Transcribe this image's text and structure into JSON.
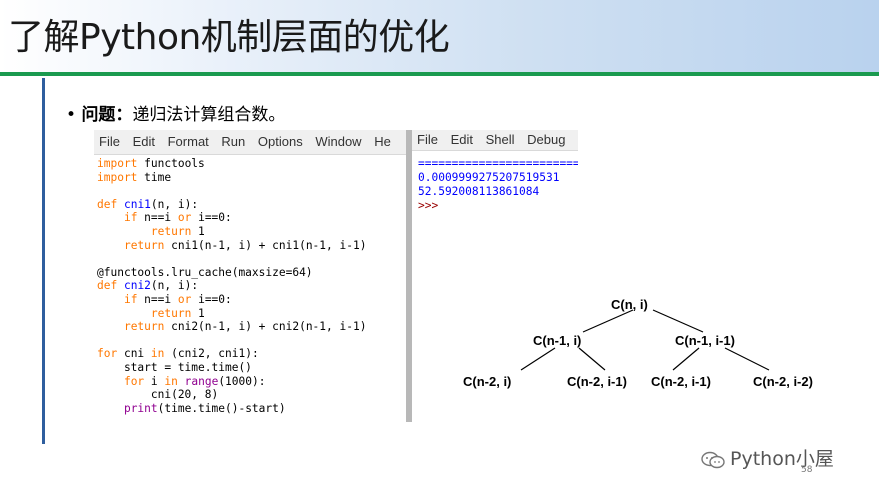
{
  "slide": {
    "title": "了解Python机制层面的优化",
    "bullet_label": "问题：",
    "bullet_text": "递归法计算组合数。",
    "page_number": "58",
    "watermark": "Python小屋"
  },
  "editor": {
    "menu": [
      "File",
      "Edit",
      "Format",
      "Run",
      "Options",
      "Window",
      "He"
    ],
    "code_lines": [
      "import functools",
      "import time",
      "",
      "def cni1(n, i):",
      "    if n==i or i==0:",
      "        return 1",
      "    return cni1(n-1, i) + cni1(n-1, i-1)",
      "",
      "@functools.lru_cache(maxsize=64)",
      "def cni2(n, i):",
      "    if n==i or i==0:",
      "        return 1",
      "    return cni2(n-1, i) + cni2(n-1, i-1)",
      "",
      "for cni in (cni2, cni1):",
      "    start = time.time()",
      "    for i in range(1000):",
      "        cni(20, 8)",
      "    print(time.time()-start)"
    ]
  },
  "shell": {
    "menu": [
      "File",
      "Edit",
      "Shell",
      "Debug"
    ],
    "separator": "========================",
    "output": [
      "0.0009999275207519531",
      "52.592008113861084"
    ],
    "prompt": ">>>"
  },
  "tree": {
    "root": "C(n, i)",
    "level1": [
      "C(n-1, i)",
      "C(n-1, i-1)"
    ],
    "level2": [
      "C(n-2, i)",
      "C(n-2, i-1)",
      "C(n-2, i-1)",
      "C(n-2, i-2)"
    ]
  }
}
